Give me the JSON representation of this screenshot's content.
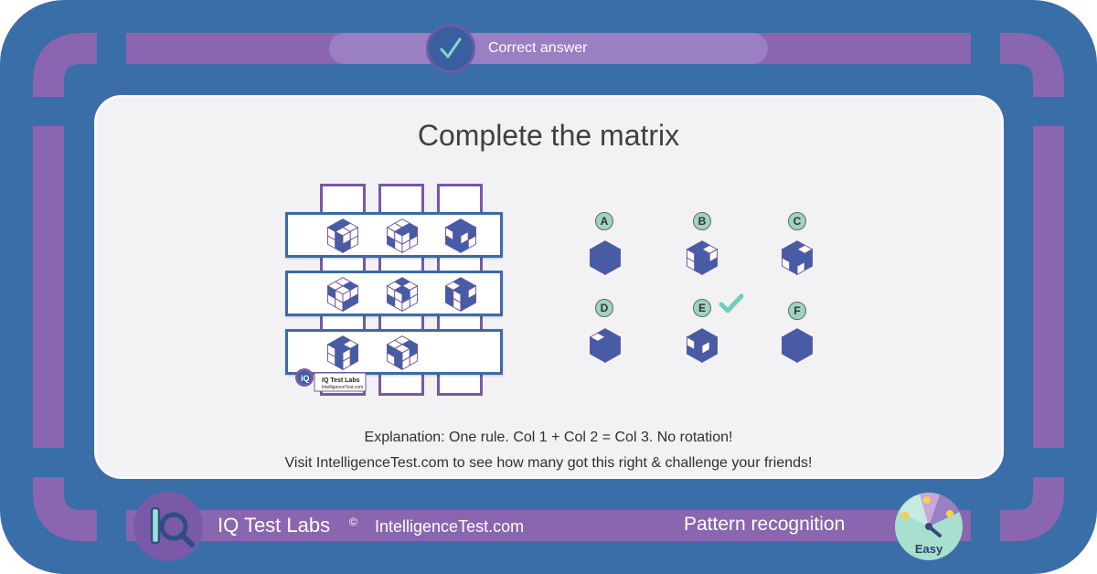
{
  "header": {
    "correct_label": "Correct answer"
  },
  "card": {
    "title": "Complete the matrix",
    "explanation": "Explanation: One rule. Col 1 + Col 2 = Col 3. No rotation!",
    "visit": "Visit IntelligenceTest.com to see how many got this right & challenge your friends!"
  },
  "watermark": {
    "name": "IQ Test Labs",
    "site": "IntelligenceTest.com"
  },
  "options": [
    {
      "letter": "A",
      "correct": false
    },
    {
      "letter": "B",
      "correct": false
    },
    {
      "letter": "C",
      "correct": false
    },
    {
      "letter": "D",
      "correct": false
    },
    {
      "letter": "E",
      "correct": true
    },
    {
      "letter": "F",
      "correct": false
    }
  ],
  "footer": {
    "brand": "IQ Test Labs",
    "copyright": "©",
    "site": "IntelligenceTest.com",
    "category": "Pattern recognition",
    "difficulty": "Easy"
  },
  "colors": {
    "frame_blue": "#3a6ea8",
    "frame_purple": "#8a66b0",
    "cube_blue": "#3f5fa8",
    "check_green": "#6fcfb8"
  }
}
